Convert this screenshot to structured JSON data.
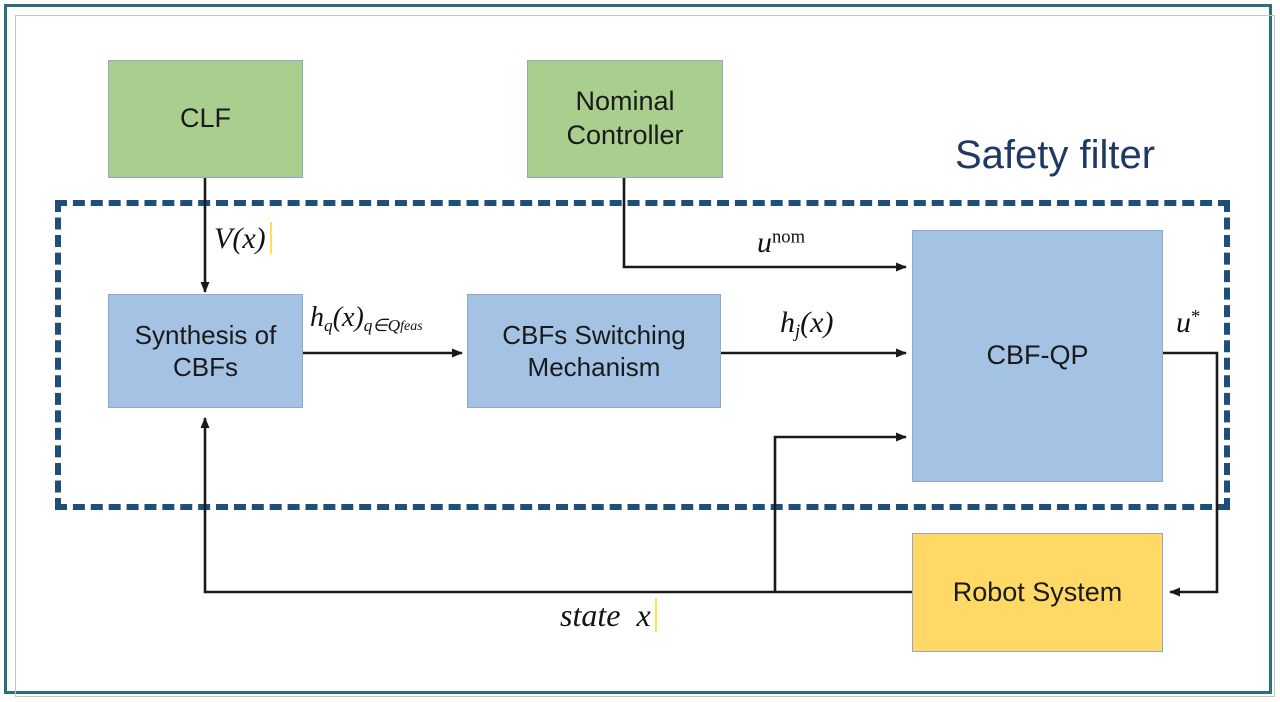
{
  "figure": {
    "kind": "control-block-diagram",
    "title_annotation": "Safety filter",
    "frame_color": "#2b6e7d",
    "dashed_region_color": "#1f4e79",
    "colors": {
      "green_block": "#a9ce8e",
      "blue_block": "#a4c2e3",
      "amber_block": "#ffd966",
      "block_border": "#8faac9",
      "wire": "#1a1a1a",
      "safety_title": "#1f3864",
      "caret": "#ffe14d"
    }
  },
  "blocks": {
    "clf": {
      "label": "CLF",
      "fill": "green"
    },
    "nominal_controller": {
      "label": "Nominal\nController",
      "fill": "green"
    },
    "synthesis_of_cbfs": {
      "label": "Synthesis of\nCBFs",
      "fill": "blue"
    },
    "cbfs_switching_mechanism": {
      "label": "CBFs Switching\nMechanism",
      "fill": "blue"
    },
    "cbf_qp": {
      "label": "CBF-QP",
      "fill": "blue"
    },
    "robot_system": {
      "label": "Robot System",
      "fill": "amber"
    }
  },
  "region": {
    "safety_filter_label": "Safety filter"
  },
  "signals": {
    "v_of_x": {
      "base": "V",
      "paren": "(x)",
      "text": "V(x)"
    },
    "h_q_family": {
      "text": "h_q(x)_{q∈Q_feas}",
      "base": "h",
      "sub": "q",
      "paren": "(x)",
      "sub_family": "q∈Q",
      "sub_family_tail": "feas"
    },
    "u_nom": {
      "base": "u",
      "sup": "nom",
      "text": "u^nom"
    },
    "h_j_of_x": {
      "base": "h",
      "sub": "j",
      "paren": "(x)",
      "text": "h_j(x)"
    },
    "u_star": {
      "base": "u",
      "sup": "*",
      "text": "u*"
    },
    "state_x": {
      "words": "state",
      "var": "x",
      "text": "state x"
    }
  }
}
